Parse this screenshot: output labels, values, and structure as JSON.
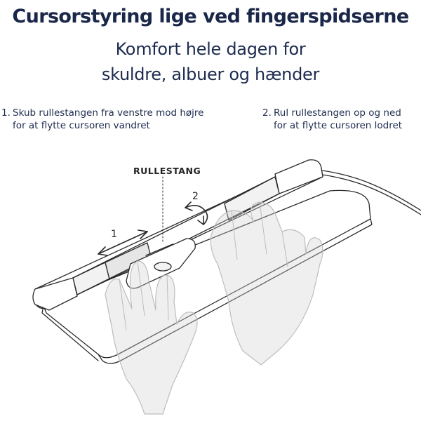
{
  "heading": {
    "title": "Cursorstyring lige ved fingerspidserne",
    "subtitle_line1": "Komfort hele dagen for",
    "subtitle_line2": "skuldre, albuer og hænder"
  },
  "steps": [
    {
      "number": "1.",
      "line1": "Skub rullestangen fra venstre mod højre",
      "line2": "for at flytte cursoren vandret"
    },
    {
      "number": "2.",
      "line1": "Rul rullestangen op og ned",
      "line2": "for at flytte cursoren lodret"
    }
  ],
  "illustration": {
    "callout_label": "RULLESTANG",
    "arrow1_label": "1",
    "arrow2_label": "2",
    "line_color": "#2a2a2a",
    "shade_color": "#bdbdbd"
  }
}
